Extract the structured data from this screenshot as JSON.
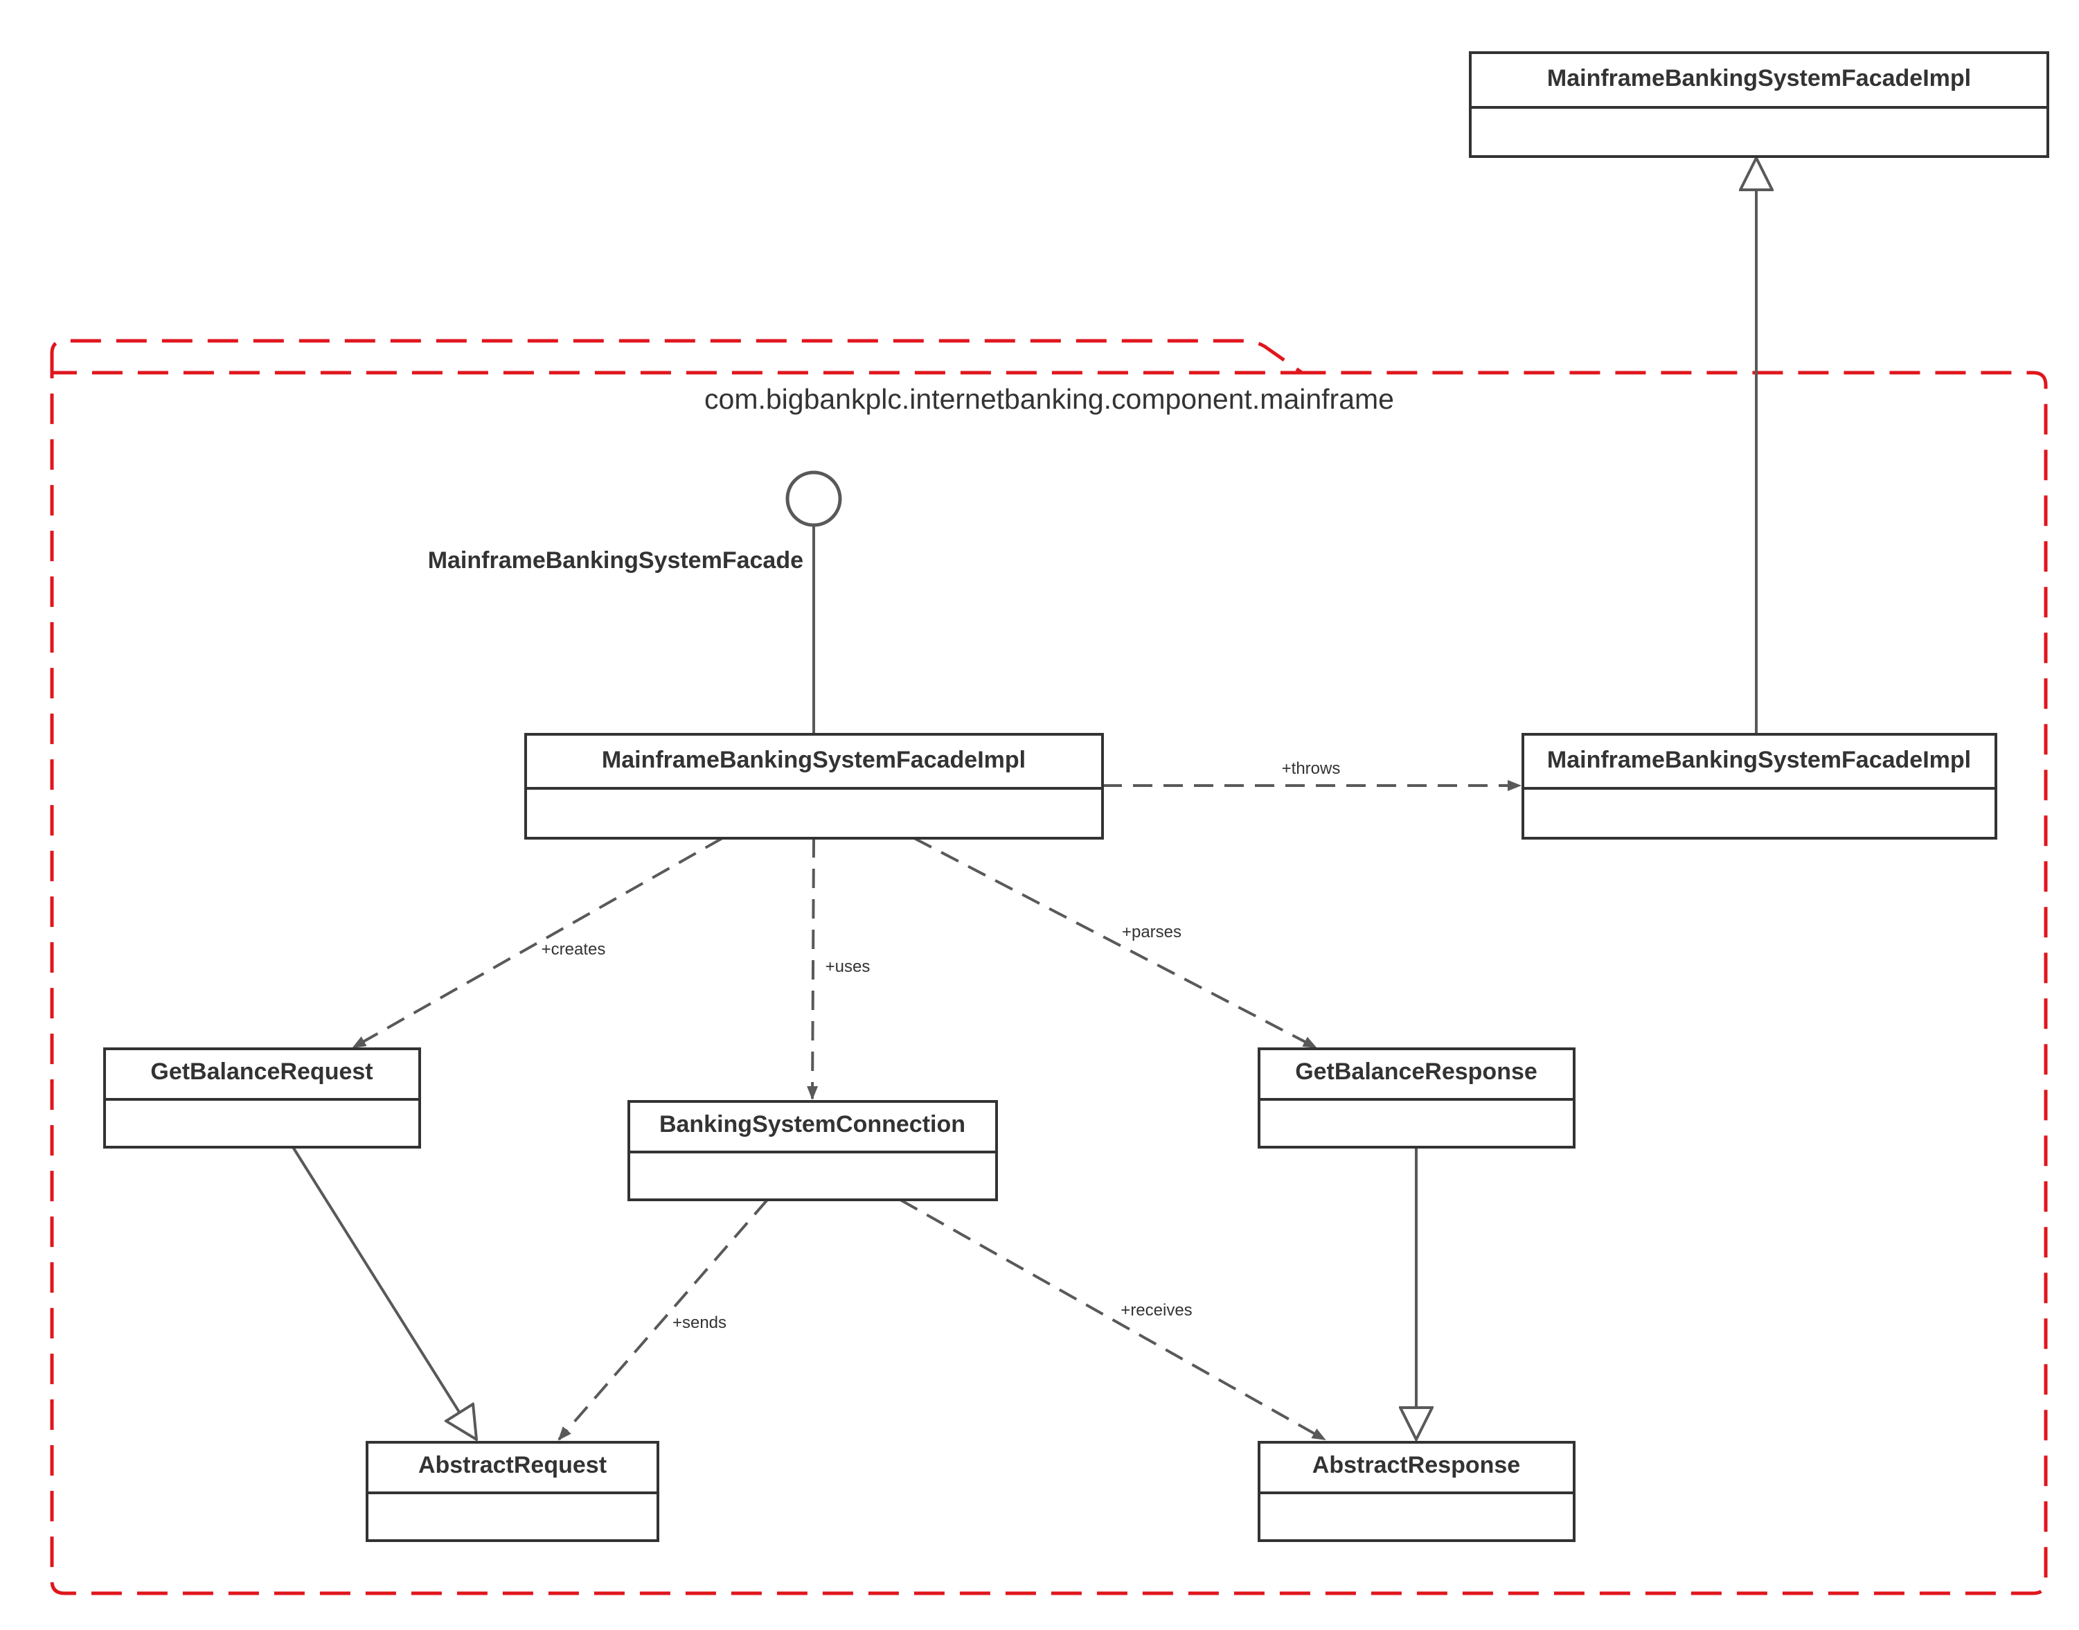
{
  "package": {
    "name": "com.bigbankplc.internetbanking.component.mainframe",
    "border_color": "#e0161d"
  },
  "interface": {
    "name": "MainframeBankingSystemFacade"
  },
  "classes": {
    "external_facade_impl": "MainframeBankingSystemFacadeImpl",
    "facade_impl": "MainframeBankingSystemFacadeImpl",
    "exception_class": "MainframeBankingSystemFacadeImpl",
    "get_balance_request": "GetBalanceRequest",
    "banking_system_connection": "BankingSystemConnection",
    "get_balance_response": "GetBalanceResponse",
    "abstract_request": "AbstractRequest",
    "abstract_response": "AbstractResponse"
  },
  "relations": {
    "throws": "+throws",
    "creates": "+creates",
    "uses": "+uses",
    "parses": "+parses",
    "sends": "+sends",
    "receives": "+receives"
  },
  "colors": {
    "line": "#595959",
    "text": "#333333"
  }
}
